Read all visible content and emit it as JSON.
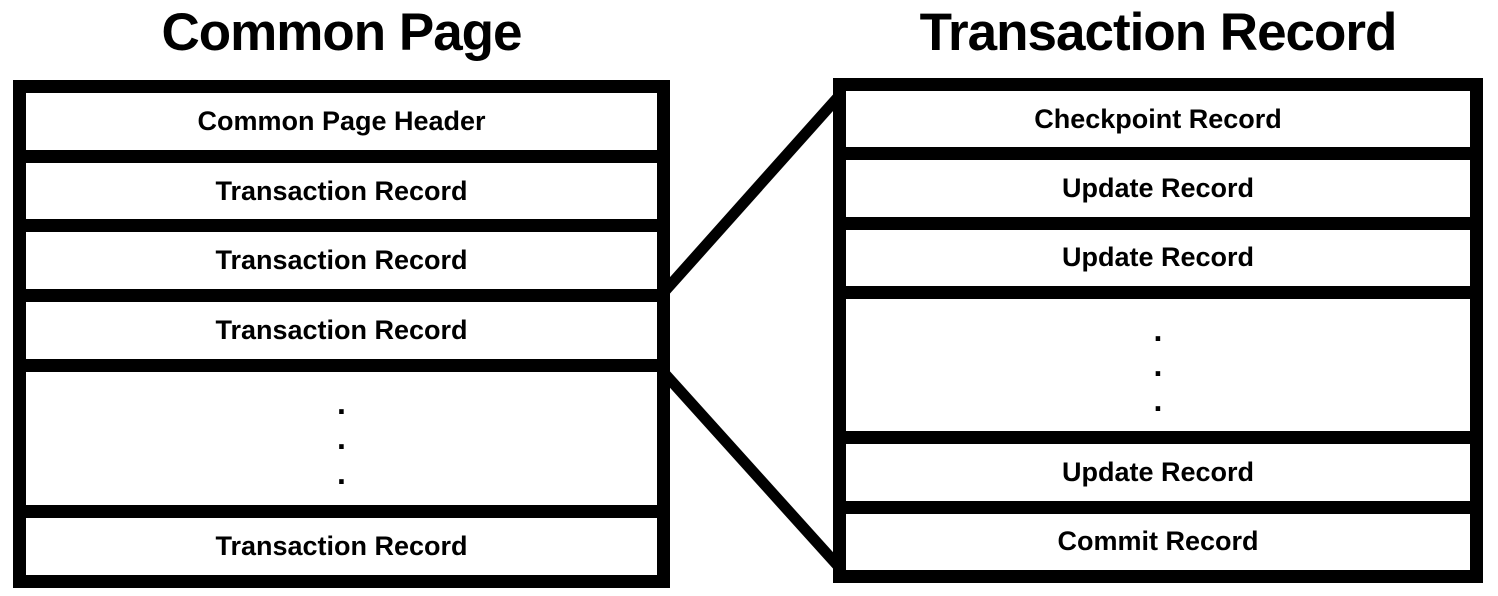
{
  "diagram": {
    "colors": {
      "line": "#000000",
      "text": "#000000",
      "background": "#ffffff",
      "row_fill": "#ffffff"
    },
    "left": {
      "title": "Common Page",
      "rows": [
        {
          "label": "Common Page Header"
        },
        {
          "label": "Transaction Record"
        },
        {
          "label": "Transaction Record"
        },
        {
          "label": "Transaction Record"
        },
        {
          "dots": [
            ".",
            ".",
            "."
          ]
        },
        {
          "label": "Transaction Record"
        }
      ]
    },
    "right": {
      "title": "Transaction Record",
      "rows": [
        {
          "label": "Checkpoint Record"
        },
        {
          "label": "Update Record"
        },
        {
          "label": "Update Record"
        },
        {
          "dots": [
            ".",
            ".",
            "."
          ]
        },
        {
          "label": "Update Record"
        },
        {
          "label": "Commit Record"
        }
      ]
    }
  }
}
